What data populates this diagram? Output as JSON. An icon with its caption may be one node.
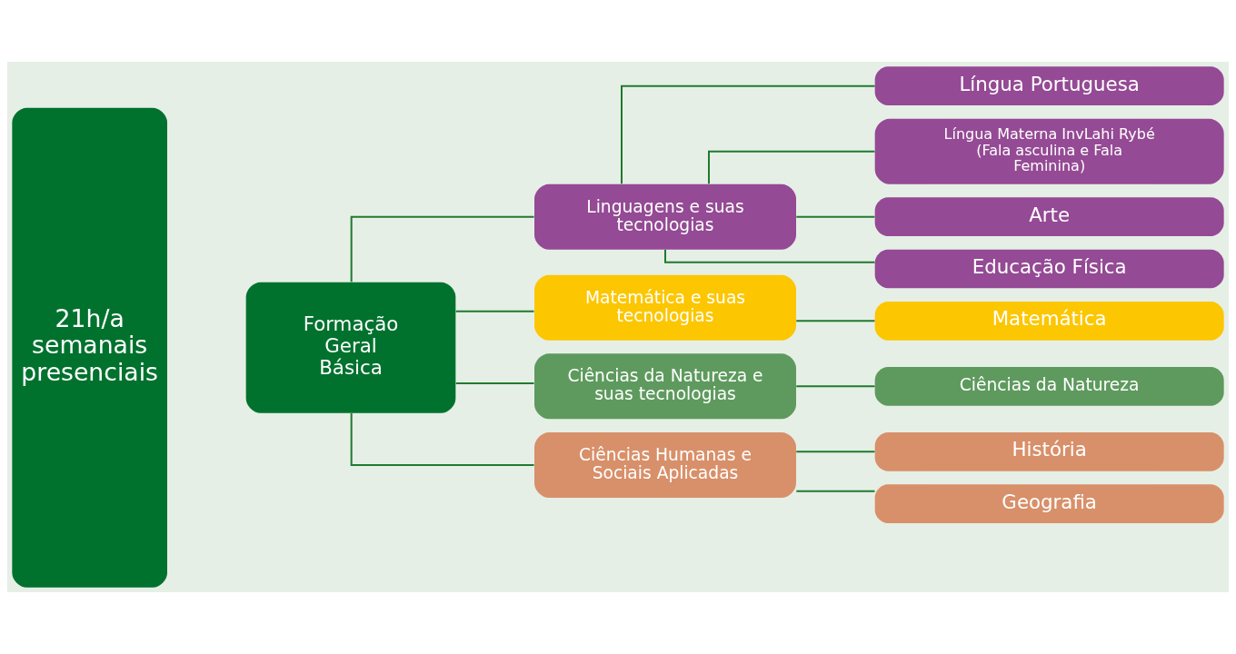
{
  "diagram": {
    "nodes": [
      {
        "text": [
          "21h/a semanais presenciais"
        ]
      },
      {
        "text": [
          "Formação Geral Básica"
        ]
      },
      {
        "text": [
          "Linguagens e suas tecnologias"
        ]
      },
      {
        "text": [
          "Língua Portuguesa"
        ]
      },
      {
        "text": [
          "Língua Materna InvLahi Rybé (Fala asculina e Fala Feminina)"
        ]
      },
      {
        "text": [
          "Arte"
        ]
      },
      {
        "text": [
          "Educação Física"
        ]
      },
      {
        "text": [
          "Matemática e suas tecnologias"
        ]
      },
      {
        "text": [
          "Matemática"
        ]
      },
      {
        "text": [
          "Ciências da Natureza e suas tecnologias"
        ]
      },
      {
        "text": [
          "Ciências da Natureza"
        ]
      },
      {
        "text": [
          "Ciências Humanas e Sociais Aplicadas"
        ]
      },
      {
        "text": [
          "História"
        ]
      },
      {
        "text": [
          "Geografia"
        ]
      }
    ],
    "edges": [
      {
        "from": 1,
        "to": 2,
        "arrow": "none"
      },
      {
        "from": 1,
        "to": 7,
        "arrow": "none"
      },
      {
        "from": 1,
        "to": 9,
        "arrow": "none"
      },
      {
        "from": 1,
        "to": 11,
        "arrow": "none"
      },
      {
        "from": 2,
        "to": 3,
        "arrow": "none"
      },
      {
        "from": 2,
        "to": 4,
        "arrow": "none"
      },
      {
        "from": 2,
        "to": 5,
        "arrow": "none"
      },
      {
        "from": 2,
        "to": 6,
        "arrow": "none"
      },
      {
        "from": 7,
        "to": 8,
        "arrow": "none"
      },
      {
        "from": 9,
        "to": 10,
        "arrow": "none"
      },
      {
        "from": 11,
        "to": 12,
        "arrow": "none"
      },
      {
        "from": 11,
        "to": 13,
        "arrow": "none"
      }
    ]
  }
}
